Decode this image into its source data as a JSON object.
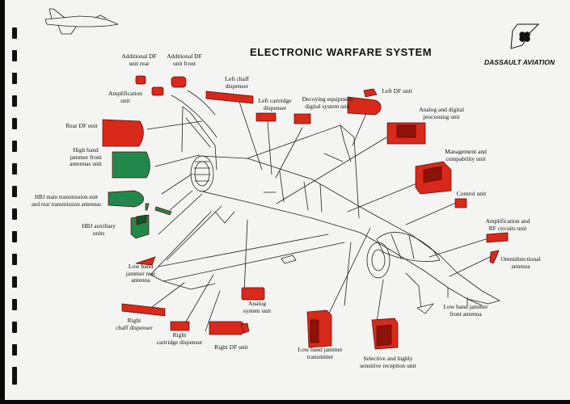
{
  "title": "ELECTRONIC WARFARE SYSTEM",
  "brand": "DASSAULT AVIATION",
  "colors": {
    "red": "#d8291a",
    "red_dark": "#8e1208",
    "green": "#22874a",
    "green_dark": "#0e5228",
    "line": "#222222",
    "paper": "#f4f4f2"
  },
  "labels": {
    "additional_df_rear": "Additional DF\nunit rear",
    "additional_df_front": "Additional DF\nunit front",
    "amplification_unit": "Amplification\nunit",
    "left_chaff": "Left chaff\ndispenser",
    "left_cartridge": "Left cartridge\ndispenser",
    "decoying": "Decoying equipment\ndigital system unit",
    "left_df": "Left DF unit",
    "analog_digital": "Analog and digital\nprocessing unit",
    "rear_df": "Rear DF unit",
    "hb_front": "High band\njammer front\nantennas unit",
    "hbj_main": "HBJ  main transmission unit\nand rear transmission antennas",
    "hbj_aux": "HBJ auxiliary\nunits",
    "management": "Management and\ncompability unit",
    "control": "Control unit",
    "amp_rf": "Amplification and\nRF circuits unit",
    "omni": "Omnidirectional\nantenna",
    "lb_rear": "Low band\njammer rear\nantenna",
    "analog_system": "Analog\nsystem unit",
    "right_chaff": "Right\nchaff dispenser",
    "right_cartridge": "Right\ncartridge dispenser",
    "right_df": "Right DF unit",
    "lb_transmitter": "Low band jammer\ntransmitter",
    "selective": "Selective and highly\nsensitive reception unit",
    "lb_front": "Low band jammer\nfront antenna"
  }
}
